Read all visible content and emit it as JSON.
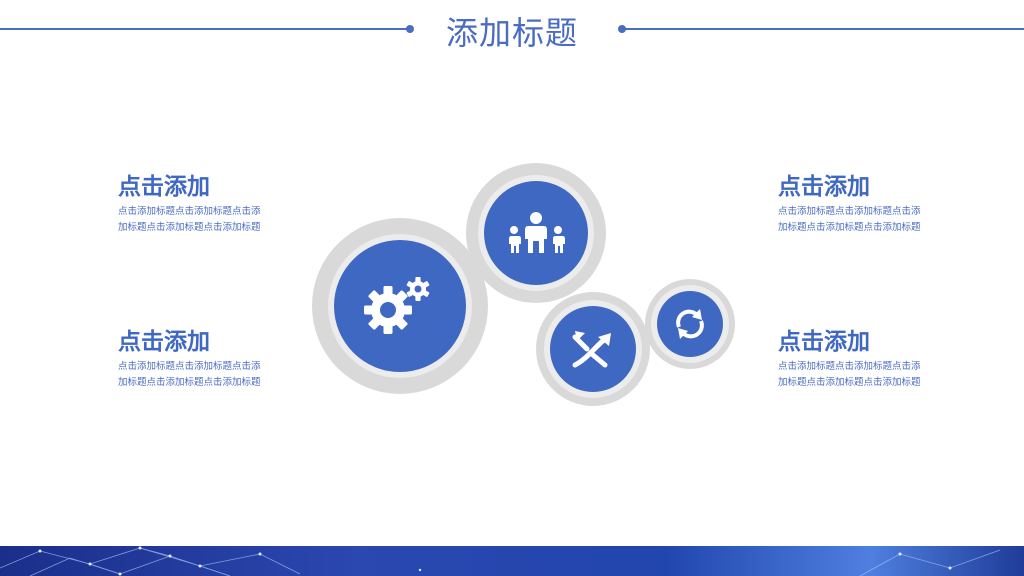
{
  "title": "添加标题",
  "blocks": [
    {
      "heading": "点击添加",
      "body": "点击添加标题点击添加标题点击添加标题点击添加标题点击添加标题"
    },
    {
      "heading": "点击添加",
      "body": "点击添加标题点击添加标题点击添加标题点击添加标题点击添加标题"
    },
    {
      "heading": "点击添加",
      "body": "点击添加标题点击添加标题点击添加标题点击添加标题点击添加标题"
    },
    {
      "heading": "点击添加",
      "body": "点击添加标题点击添加标题点击添加标题点击添加标题点击添加标题"
    }
  ],
  "icons": [
    "gears-icon",
    "family-icon",
    "crossing-arrows-icon",
    "refresh-icon"
  ],
  "colors": {
    "accent": "#3f68c2",
    "ring": "#d9d9d9"
  }
}
